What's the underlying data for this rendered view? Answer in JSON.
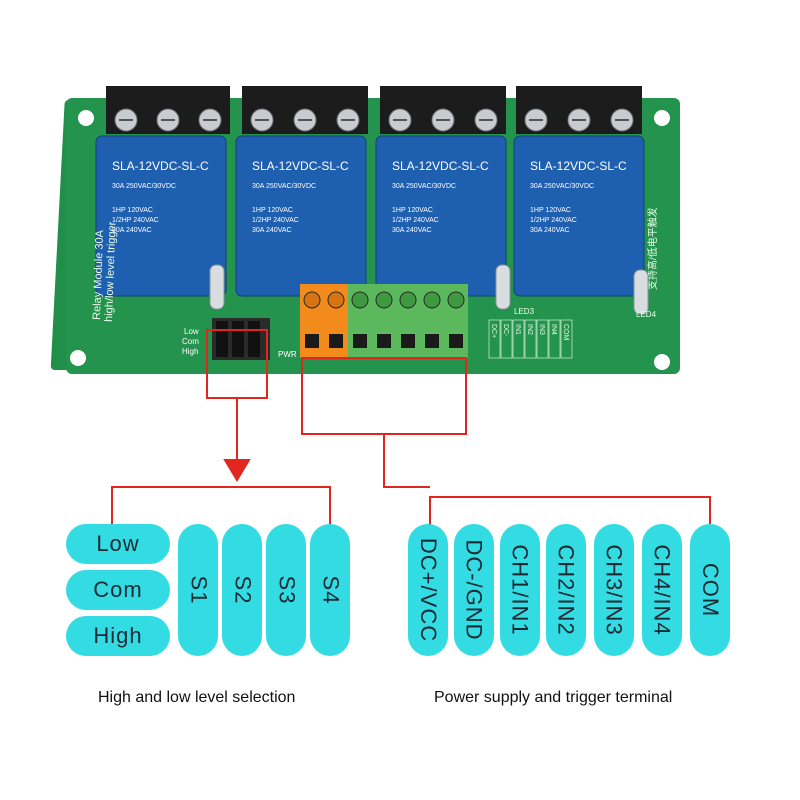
{
  "board": {
    "relays": [
      {
        "model": "SLA-12VDC-SL-C",
        "line1": "30A  250VAC/30VDC",
        "line2": "1HP 120VAC",
        "line3": "1/2HP 240VAC",
        "line4": "30A  240VAC"
      },
      {
        "model": "SLA-12VDC-SL-C",
        "line1": "30A  250VAC/30VDC",
        "line2": "1HP 120VAC",
        "line3": "1/2HP 240VAC",
        "line4": "30A  240VAC"
      },
      {
        "model": "SLA-12VDC-SL-C",
        "line1": "30A  250VAC/30VDC",
        "line2": "1HP 120VAC",
        "line3": "1/2HP 240VAC",
        "line4": "30A  240VAC"
      },
      {
        "model": "SLA-12VDC-SL-C",
        "line1": "30A  250VAC/30VDC",
        "line2": "1HP 120VAC",
        "line3": "1/2HP 240VAC",
        "line4": "30A  240VAC"
      }
    ],
    "silk_left": [
      "Relay  Module 30A",
      "high/low level trigger"
    ],
    "silk_right": "支持高/低电平触发",
    "jumper_labels": [
      "Low",
      "Com",
      "High"
    ],
    "pwr_label": "PWR",
    "led_labels": [
      "LED3",
      "LED4"
    ],
    "terminal_labels": [
      "DC+",
      "DC-",
      "IN1",
      "IN2",
      "IN3",
      "IN4",
      "COM"
    ]
  },
  "left_group": {
    "levels": [
      "Low",
      "Com",
      "High"
    ],
    "switches": [
      "S1",
      "S2",
      "S3",
      "S4"
    ],
    "caption": "High and low level selection"
  },
  "right_group": {
    "terminals": [
      "DC+/VCC",
      "DC-/GND",
      "CH1/IN1",
      "CH2/IN2",
      "CH3/IN3",
      "CH4/IN4",
      "COM"
    ],
    "caption": "Power supply and trigger terminal"
  },
  "colors": {
    "pill": "#33dbe3",
    "pcb": "#1f8f4a",
    "relay": "#1f5fb0",
    "callout_line": "#e0261d"
  }
}
